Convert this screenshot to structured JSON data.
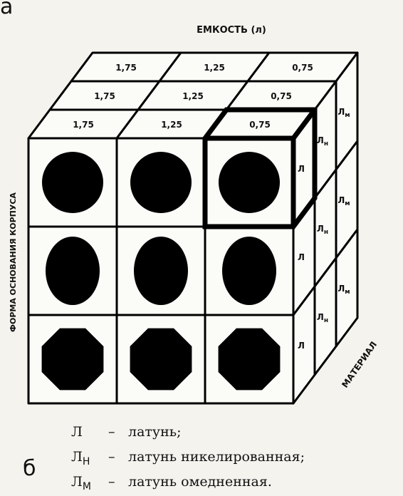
{
  "corner_mark": "а",
  "panel_letter": "б",
  "axes": {
    "top": "ЕМКОСТЬ (л)",
    "left": "ФОРМА ОСНОВАНИЯ КОРПУСА",
    "right": "МАТЕРИАЛ"
  },
  "top_rows": [
    [
      "1,75",
      "1,25",
      "0,75"
    ],
    [
      "1,75",
      "1,25",
      "0,75"
    ],
    [
      "1,75",
      "1,25",
      "0,75"
    ]
  ],
  "side_columns": [
    [
      "Л",
      "Л",
      "Л"
    ],
    [
      "Лн",
      "Лн",
      "Лн"
    ],
    [
      "Лм",
      "Лм",
      "Лм"
    ]
  ],
  "front_shapes": [
    "circle",
    "ellipse",
    "octagon"
  ],
  "legend": [
    {
      "symbol": "Л",
      "sub": "",
      "text": "латунь;"
    },
    {
      "symbol": "Л",
      "sub": "Н",
      "text": "латунь никелированная;"
    },
    {
      "symbol": "Л",
      "sub": "М",
      "text": "латунь омедненная."
    }
  ],
  "dash": "–"
}
